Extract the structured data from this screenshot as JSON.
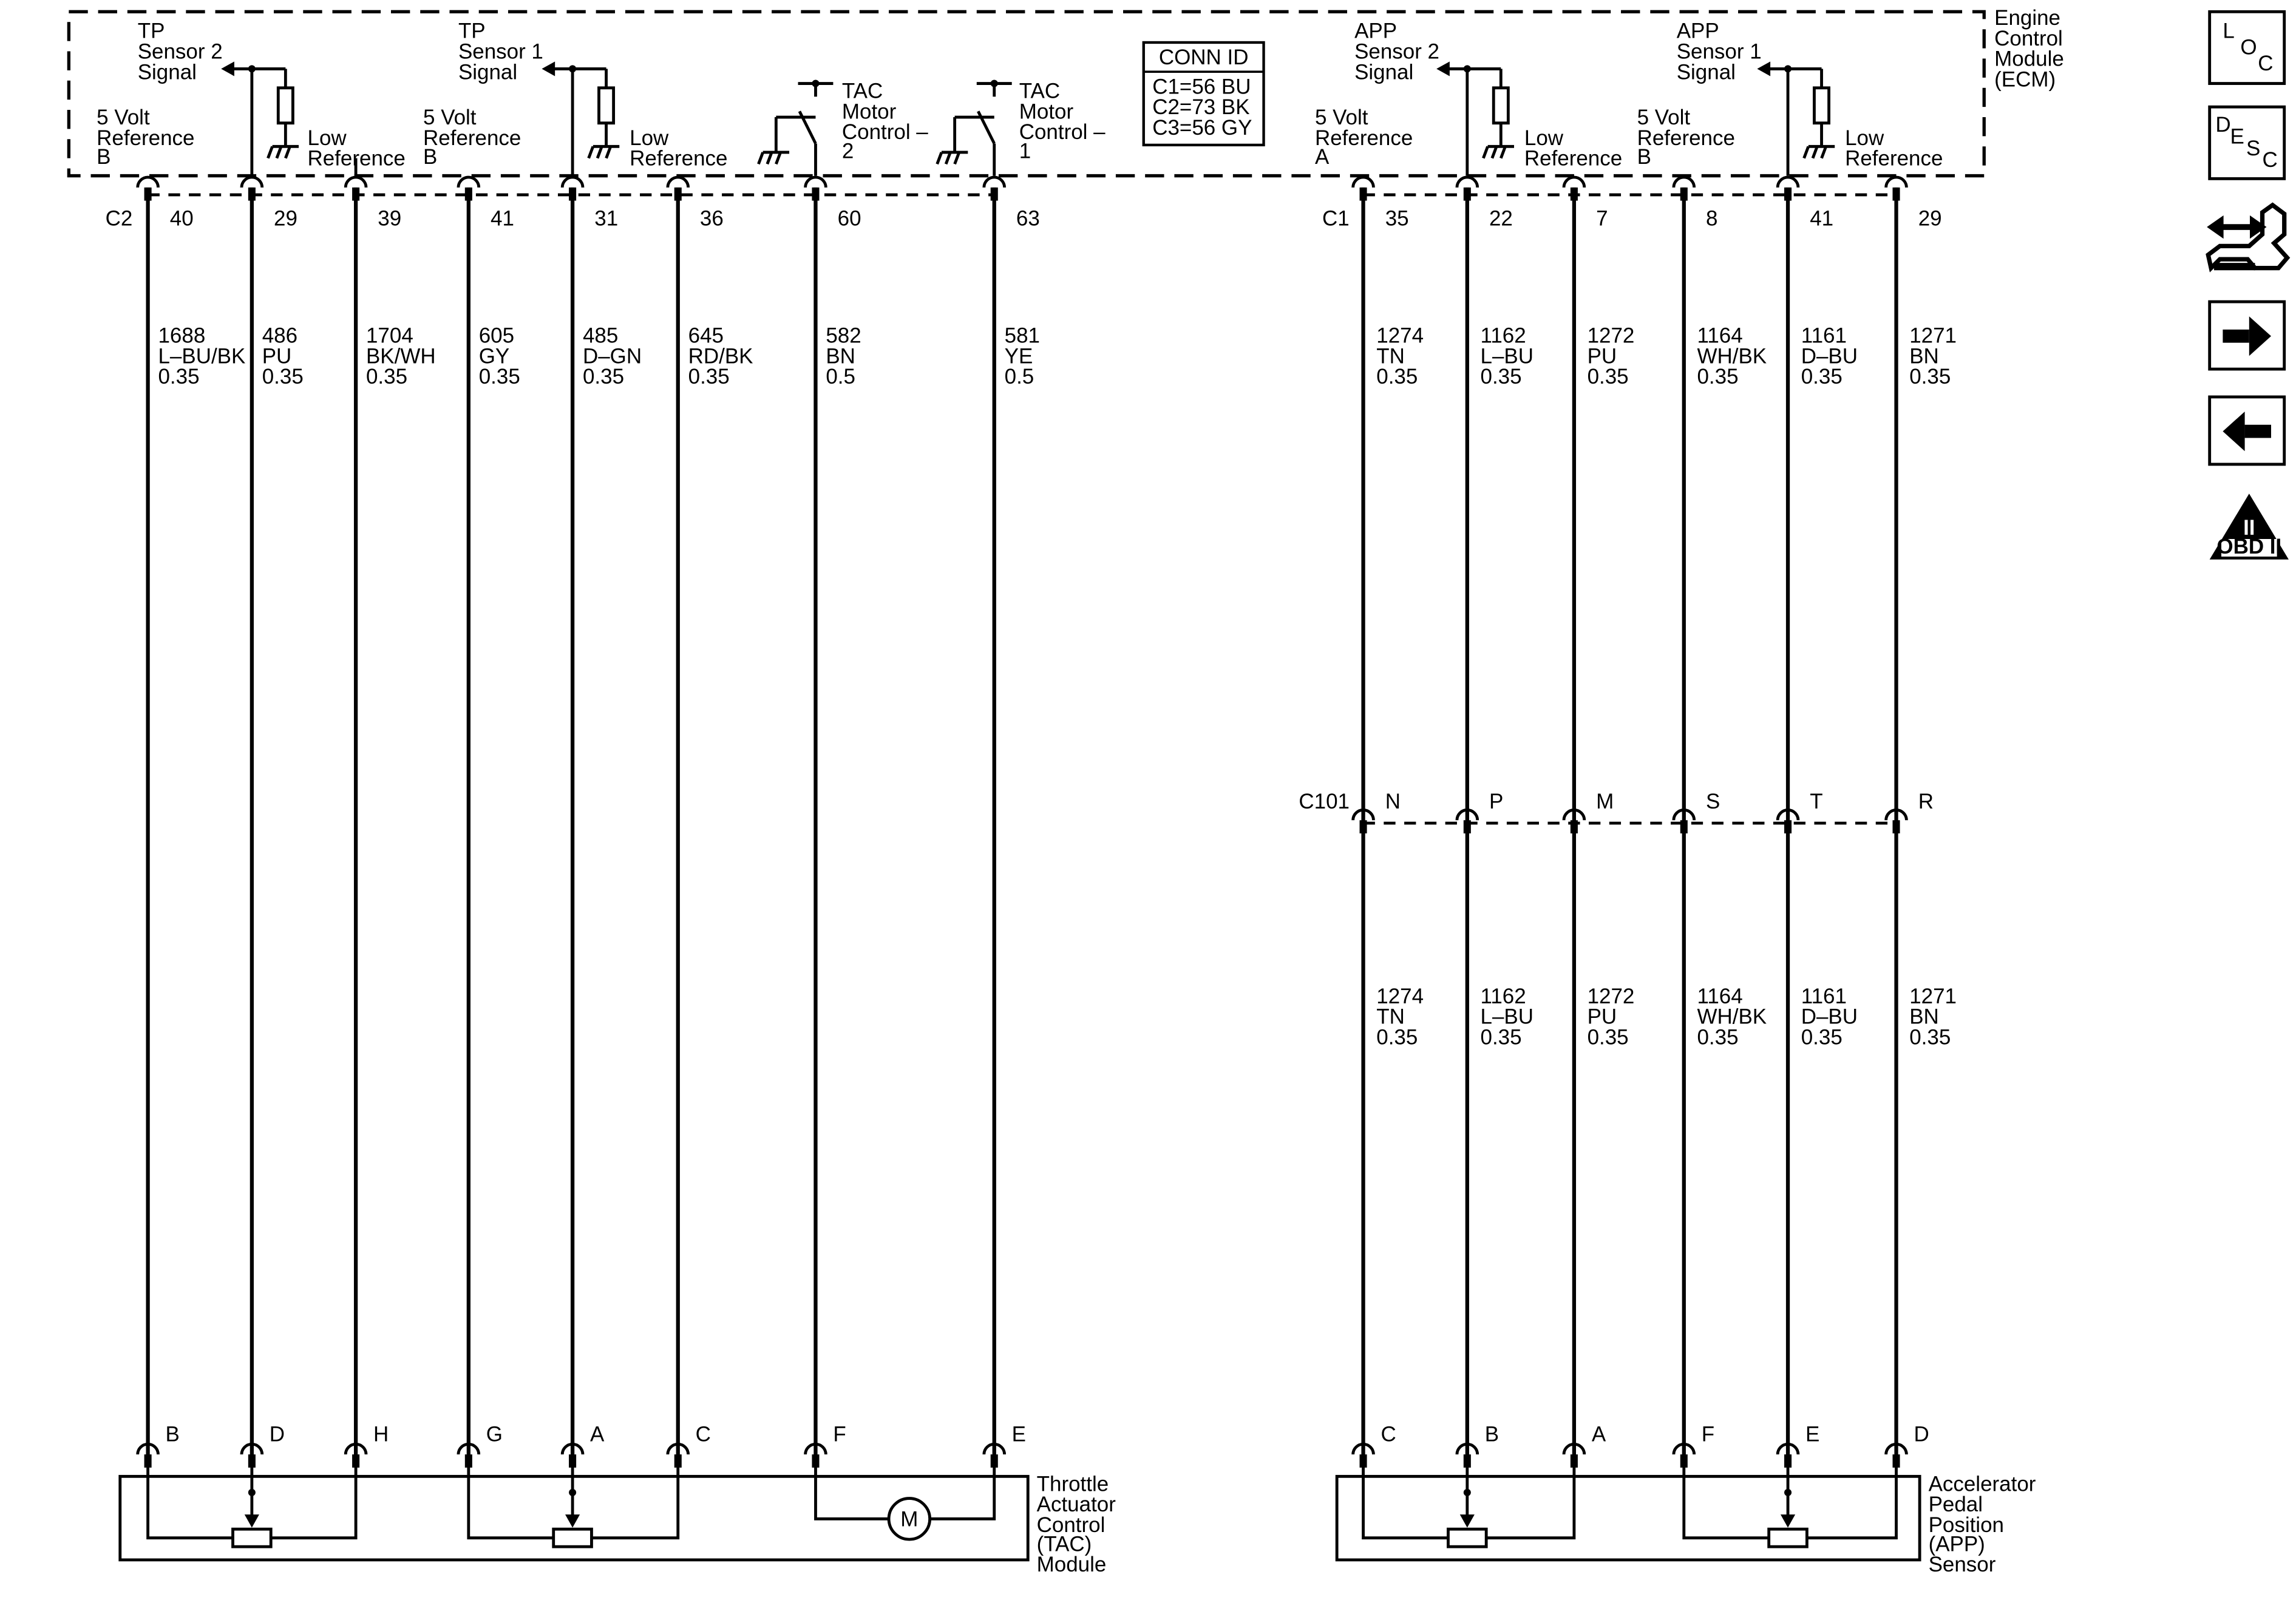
{
  "ecm": {
    "title_lines": [
      "Engine",
      "Control",
      "Module",
      "(ECM)"
    ]
  },
  "conn_id": {
    "title": "CONN ID",
    "entries": [
      "C1=56 BU",
      "C2=73 BK",
      "C3=56 GY"
    ]
  },
  "ecm_labels": {
    "tp_sensor2_signal": [
      "TP",
      "Sensor 2",
      "Signal"
    ],
    "tp_sensor1_signal": [
      "TP",
      "Sensor 1",
      "Signal"
    ],
    "app_sensor2_signal": [
      "APP",
      "Sensor 2",
      "Signal"
    ],
    "app_sensor1_signal": [
      "APP",
      "Sensor 1",
      "Signal"
    ],
    "five_volt_ref_b_left": [
      "5 Volt",
      "Reference",
      "B"
    ],
    "five_volt_ref_b_mid": [
      "5 Volt",
      "Reference",
      "B"
    ],
    "five_volt_ref_a": [
      "5 Volt",
      "Reference",
      "A"
    ],
    "five_volt_ref_b_right": [
      "5 Volt",
      "Reference",
      "B"
    ],
    "low_reference": [
      "Low",
      "Reference"
    ],
    "tac_motor_control_2": [
      "TAC",
      "Motor",
      "Control –",
      "2"
    ],
    "tac_motor_control_1": [
      "TAC",
      "Motor",
      "Control –",
      "1"
    ]
  },
  "connectors": {
    "c2_name": "C2",
    "c2_pins": [
      "40",
      "29",
      "39",
      "41",
      "31",
      "36",
      "60",
      "63"
    ],
    "c1_name": "C1",
    "c1_pins": [
      "35",
      "22",
      "7",
      "8",
      "41",
      "29"
    ],
    "c101_name": "C101",
    "c101_pins": [
      "N",
      "P",
      "M",
      "S",
      "T",
      "R"
    ],
    "tac_pins": [
      "B",
      "D",
      "H",
      "G",
      "A",
      "C",
      "F",
      "E"
    ],
    "app_pins": [
      "C",
      "B",
      "A",
      "F",
      "E",
      "D"
    ]
  },
  "wires_left": [
    {
      "circuit": "1688",
      "color": "L–BU/BK",
      "size": "0.35"
    },
    {
      "circuit": "486",
      "color": "PU",
      "size": "0.35"
    },
    {
      "circuit": "1704",
      "color": "BK/WH",
      "size": "0.35"
    },
    {
      "circuit": "605",
      "color": "GY",
      "size": "0.35"
    },
    {
      "circuit": "485",
      "color": "D–GN",
      "size": "0.35"
    },
    {
      "circuit": "645",
      "color": "RD/BK",
      "size": "0.35"
    },
    {
      "circuit": "582",
      "color": "BN",
      "size": "0.5"
    },
    {
      "circuit": "581",
      "color": "YE",
      "size": "0.5"
    }
  ],
  "wires_right": [
    {
      "circuit": "1274",
      "color": "TN",
      "size": "0.35"
    },
    {
      "circuit": "1162",
      "color": "L–BU",
      "size": "0.35"
    },
    {
      "circuit": "1272",
      "color": "PU",
      "size": "0.35"
    },
    {
      "circuit": "1164",
      "color": "WH/BK",
      "size": "0.35"
    },
    {
      "circuit": "1161",
      "color": "D–BU",
      "size": "0.35"
    },
    {
      "circuit": "1271",
      "color": "BN",
      "size": "0.35"
    }
  ],
  "components": {
    "tac_module": [
      "Throttle",
      "Actuator",
      "Control",
      "(TAC)",
      "Module"
    ],
    "app_sensor": [
      "Accelerator",
      "Pedal",
      "Position",
      "(APP)",
      "Sensor"
    ],
    "motor_symbol": "M"
  },
  "side_icons": {
    "loc": [
      "L",
      "O",
      "C"
    ],
    "desc": [
      "D",
      "E",
      "S",
      "C"
    ],
    "obd_numeral": "II",
    "obd_label": "OBD II",
    "icon_names": [
      "location-icon",
      "description-icon",
      "connector-tool-icon",
      "next-arrow-icon",
      "previous-arrow-icon",
      "obd-ii-icon"
    ]
  }
}
